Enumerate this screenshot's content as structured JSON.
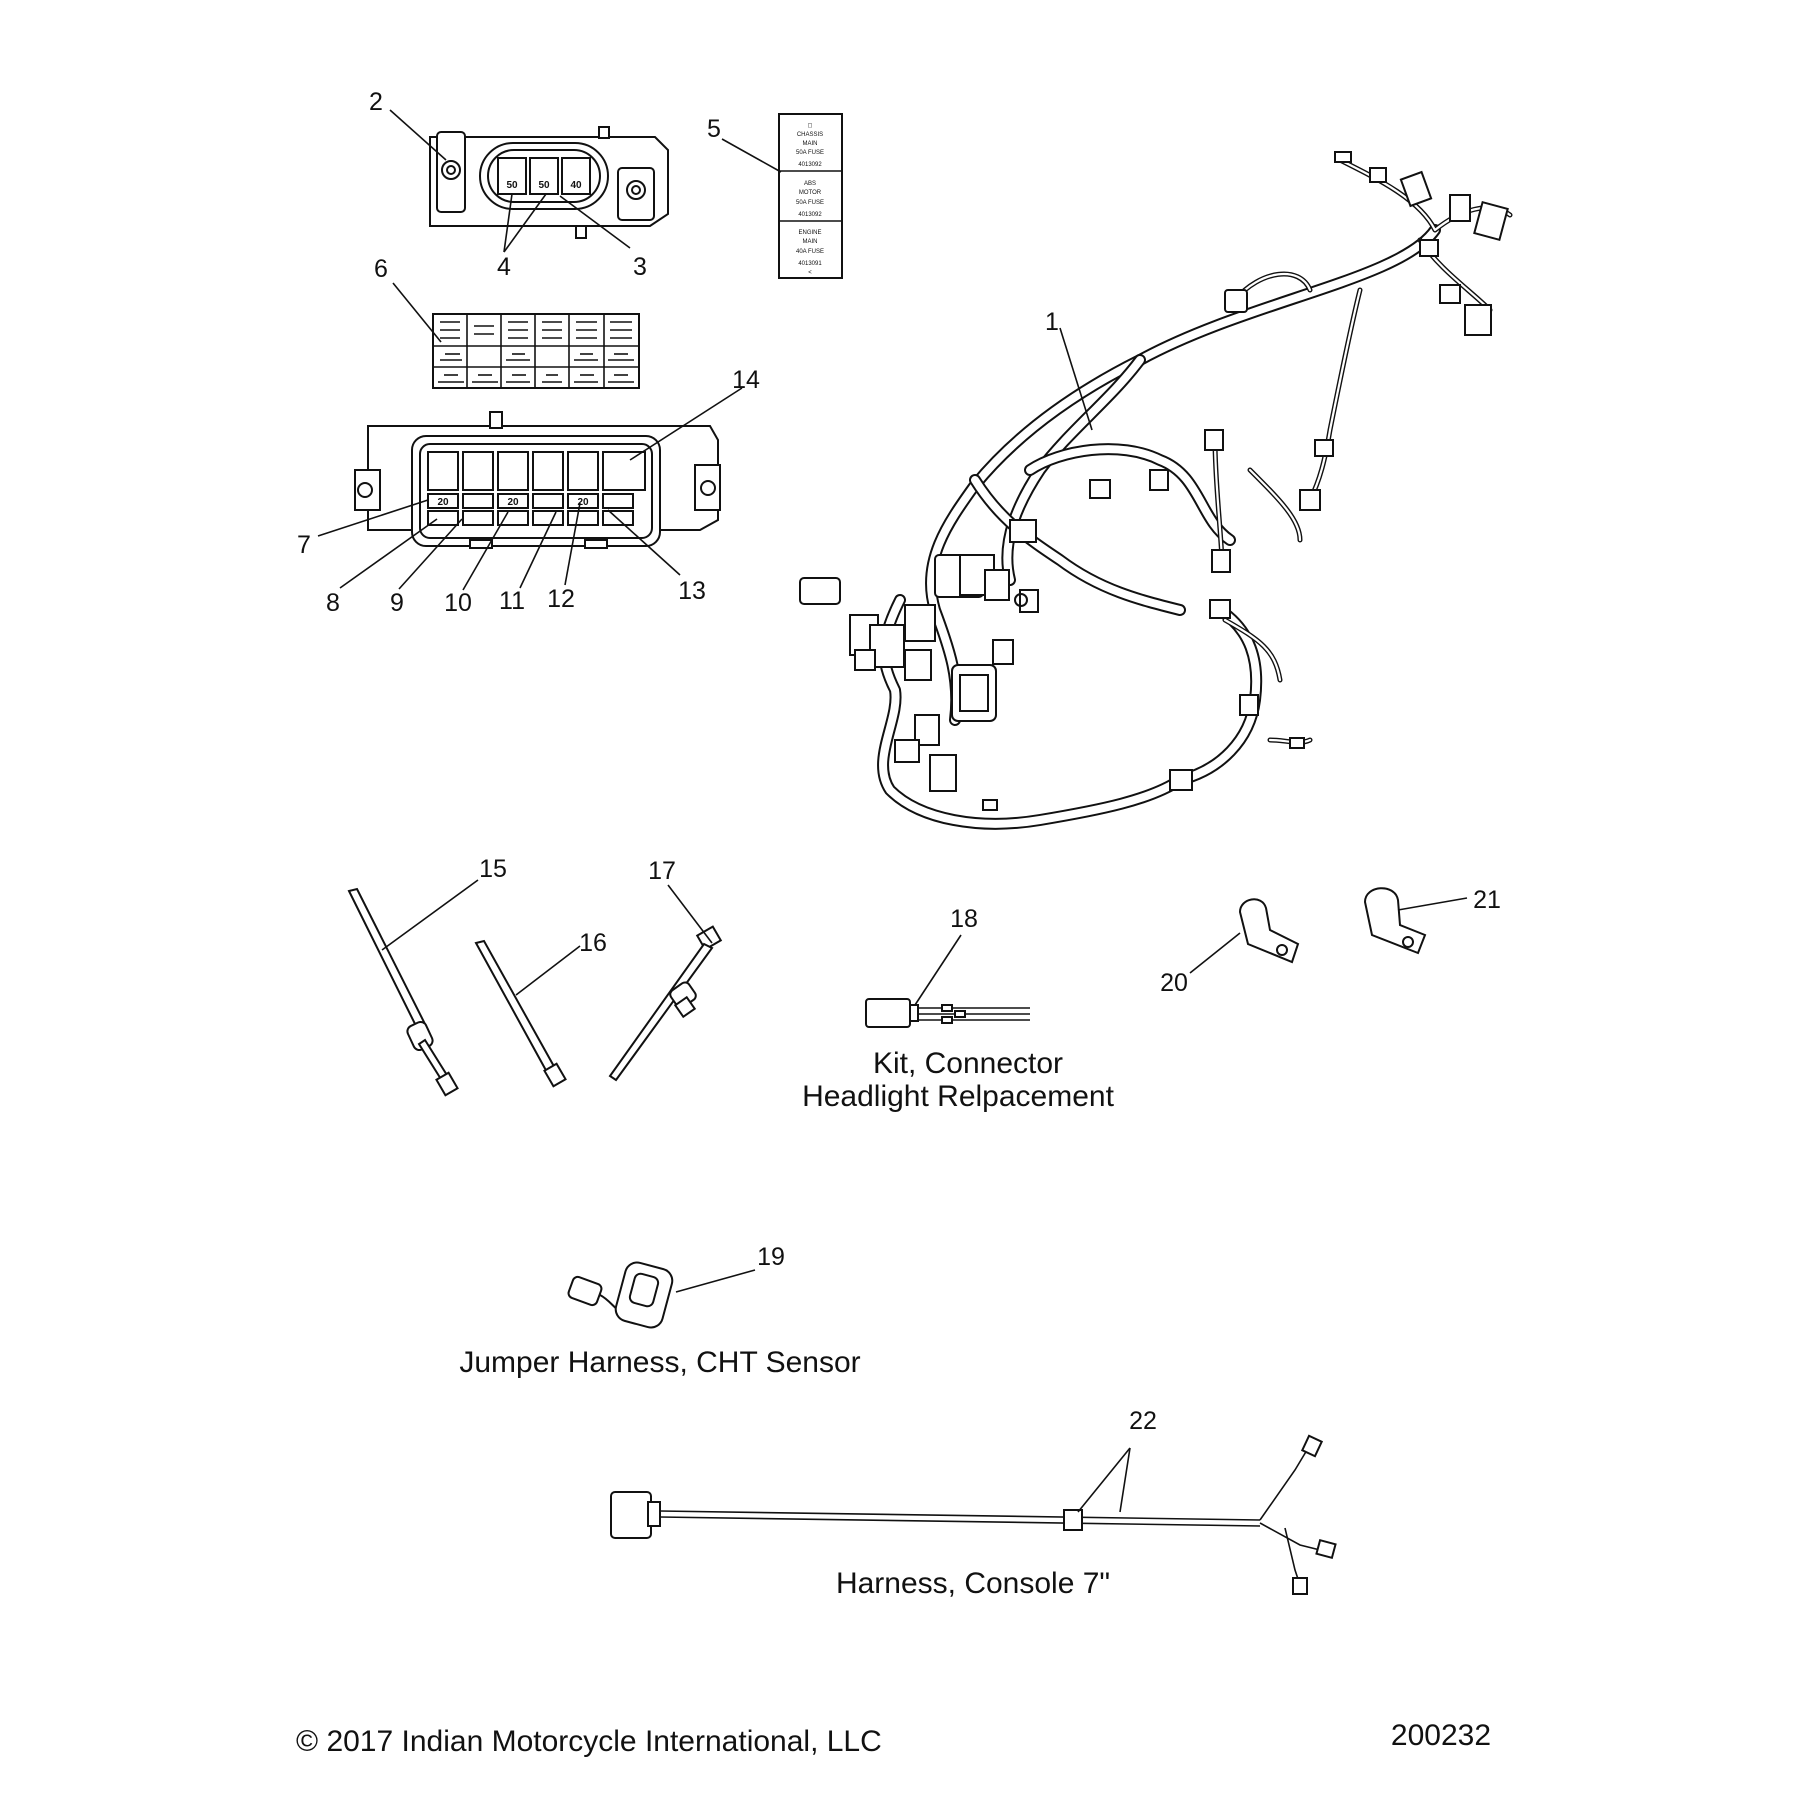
{
  "callouts": {
    "c1": "1",
    "c2": "2",
    "c3": "3",
    "c4": "4",
    "c5": "5",
    "c6": "6",
    "c7": "7",
    "c8": "8",
    "c9": "9",
    "c10": "10",
    "c11": "11",
    "c12": "12",
    "c13": "13",
    "c14": "14",
    "c15": "15",
    "c16": "16",
    "c17": "17",
    "c18": "18",
    "c19": "19",
    "c20": "20",
    "c21": "21",
    "c22": "22"
  },
  "captions": {
    "kit_line1": "Kit, Connector",
    "kit_line2": "Headlight Relpacement",
    "jumper": "Jumper Harness, CHT Sensor",
    "console": "Harness, Console 7\""
  },
  "footer": {
    "copyright": "© 2017 Indian Motorcycle International, LLC",
    "diagram_id": "200232"
  },
  "fuse_label": {
    "chassis_l0": "◻",
    "chassis_l1": "CHASSIS",
    "chassis_l2": "MAIN",
    "chassis_l3": "50A FUSE",
    "chassis_pn": "4013092",
    "abs_l1": "ABS",
    "abs_l2": "MOTOR",
    "abs_l3": "50A FUSE",
    "abs_pn": "4013092",
    "engine_l1": "ENGINE",
    "engine_l2": "MAIN",
    "engine_l3": "40A FUSE",
    "engine_pn": "4013091",
    "engine_mark": "<"
  },
  "fuse_block_values": {
    "v1": "50",
    "v2": "50",
    "v3": "40"
  },
  "relay_box_values": {
    "r1": "20",
    "r2": "20",
    "r3": "20"
  }
}
